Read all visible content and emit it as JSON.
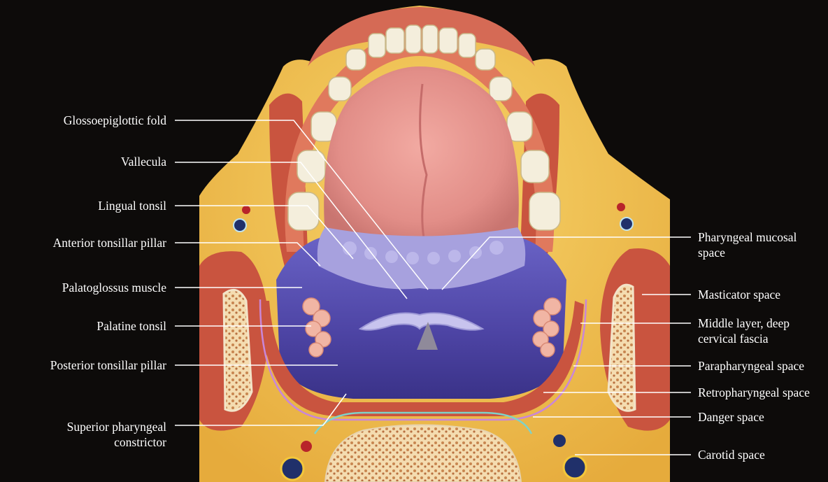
{
  "labels_left": [
    {
      "id": "glossoepiglottic-fold",
      "lines": [
        "Glossoepiglottic fold"
      ]
    },
    {
      "id": "vallecula",
      "lines": [
        "Vallecula"
      ]
    },
    {
      "id": "lingual-tonsil",
      "lines": [
        "Lingual tonsil"
      ]
    },
    {
      "id": "anterior-tonsillar-pillar",
      "lines": [
        "Anterior tonsillar pillar"
      ]
    },
    {
      "id": "palatoglossus-muscle",
      "lines": [
        "Palatoglossus muscle"
      ]
    },
    {
      "id": "palatine-tonsil",
      "lines": [
        "Palatine tonsil"
      ]
    },
    {
      "id": "posterior-tonsillar-pillar",
      "lines": [
        "Posterior tonsillar pillar"
      ]
    },
    {
      "id": "superior-pharyngeal-constrictor",
      "lines": [
        "Superior pharyngeal",
        "constrictor"
      ]
    }
  ],
  "labels_right": [
    {
      "id": "pharyngeal-mucosal-space",
      "lines": [
        "Pharyngeal mucosal",
        "space"
      ]
    },
    {
      "id": "masticator-space",
      "lines": [
        "Masticator space"
      ]
    },
    {
      "id": "middle-layer-deep-cervical-fascia",
      "lines": [
        "Middle layer, deep",
        "cervical fascia"
      ]
    },
    {
      "id": "parapharyngeal-space",
      "lines": [
        "Parapharyngeal space"
      ]
    },
    {
      "id": "retropharyngeal-space",
      "lines": [
        "Retropharyngeal space"
      ]
    },
    {
      "id": "danger-space",
      "lines": [
        "Danger space"
      ]
    },
    {
      "id": "carotid-space",
      "lines": [
        "Carotid space"
      ]
    }
  ],
  "colors": {
    "background": "#0d0b0a",
    "fat": "#f0c24a",
    "muscle": "#c9543f",
    "tongue": "#e79590",
    "pharynx": "#5b54b8",
    "tonsil_tissue": "#a9a3e0",
    "teeth": "#f4eedc",
    "bone": "#f2d6a8",
    "leader_line": "#ffffff"
  }
}
